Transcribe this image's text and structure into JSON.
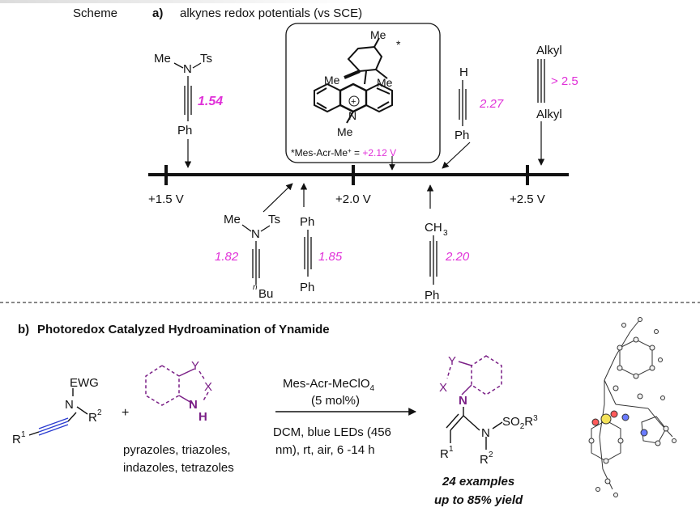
{
  "header": {
    "scheme_word": "Scheme",
    "section_a": "a)",
    "section_a_title": "alkynes redox potentials (vs SCE)",
    "section_b": "b)",
    "section_b_title": "Photoredox Catalyzed Hydroamination of Ynamide"
  },
  "axis": {
    "ticks": [
      "+1.5 V",
      "+2.0 V",
      "+2.5 V"
    ]
  },
  "catalyst_box": {
    "me_top": "Me",
    "me_left": "Me",
    "me_right": "Me",
    "me_n": "Me",
    "n": "N",
    "plus": "+",
    "star": "*",
    "caption_pre": "*Mes-Acr-Me",
    "caption_sup": "+",
    "caption_eq": " = ",
    "caption_val": "+2.12 V"
  },
  "compounds": {
    "c154": {
      "me": "Me",
      "n": "N",
      "ts": "Ts",
      "ph": "Ph",
      "value": "1.54"
    },
    "c182": {
      "me": "Me",
      "n": "N",
      "ts": "Ts",
      "nbu_n": "n",
      "nbu": "Bu",
      "value": "1.82"
    },
    "c185": {
      "ph_top": "Ph",
      "ph_bottom": "Ph",
      "value": "1.85"
    },
    "c220": {
      "ch": "CH",
      "three": "3",
      "ph": "Ph",
      "value": "2.20"
    },
    "c227": {
      "h": "H",
      "ph": "Ph",
      "value": "2.27"
    },
    "c25": {
      "alkyl_top": "Alkyl",
      "alkyl_bottom": "Alkyl",
      "value": "> 2.5"
    }
  },
  "reaction": {
    "ewg": "EWG",
    "n": "N",
    "r": "R",
    "one": "1",
    "two": "2",
    "plus": "+",
    "het_y": "Y",
    "het_x": "X",
    "het_nh": "N",
    "het_h": "H",
    "het_names_line1": "pyrazoles, triazoles,",
    "het_names_line2": "indazoles, tetrazoles",
    "cond_top_1": "Mes-Acr-MeClO",
    "cond_top_sub": "4",
    "cond_top_2": "(5 mol%)",
    "cond_bottom_1": "DCM, blue LEDs (456",
    "cond_bottom_2": "nm), rt, air, 6 -14 h",
    "prod_y": "Y",
    "prod_x": "X",
    "prod_n": "N",
    "prod_n2": "N",
    "prod_so": "SO",
    "prod_so_2": "2",
    "prod_r": "R",
    "prod_r3": "3",
    "prod_r1": "1",
    "prod_r2": "2",
    "examples": "24 examples",
    "yield": "up to 85% yield"
  },
  "colors": {
    "magenta": "#e030d8",
    "purple": "#7a1f86",
    "blue": "#2a3bd0",
    "black": "#111111"
  }
}
